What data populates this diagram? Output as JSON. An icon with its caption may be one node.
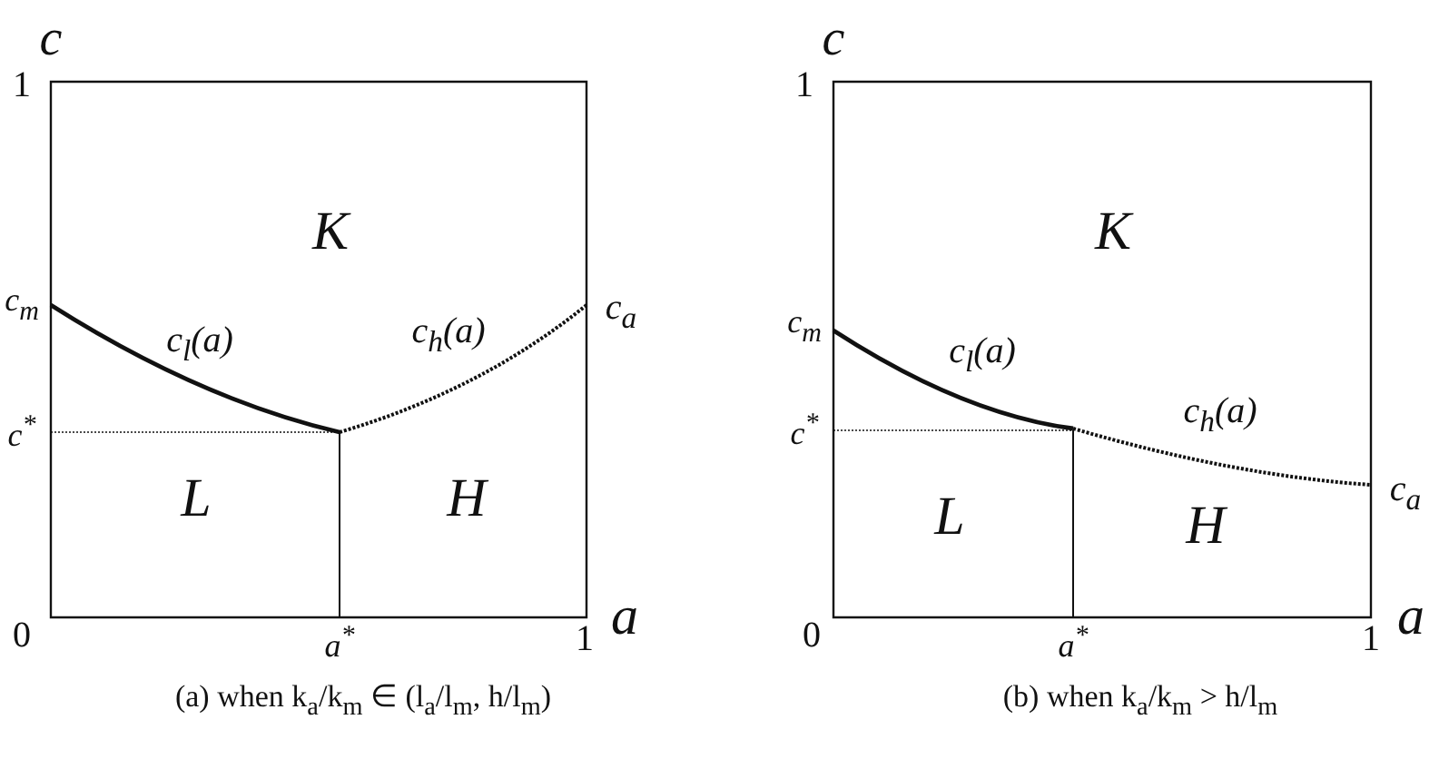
{
  "diagram": {
    "labels": [
      "c",
      "1",
      "K",
      "c$_{m}$",
      "c$_{l}$(a)",
      "c$_{h}$(a)",
      "c$_{a}$",
      "c$^{*}$",
      "L",
      "H",
      "0",
      "a$^{*}$",
      "1",
      "a",
      "(a) when k$_{a}$/k$_{m}$ ∈ (l$_{a}$/l$_{m}$, h/l$_{m}$)",
      "c",
      "1",
      "K",
      "c$_{m}$",
      "c$_{l}$(a)",
      "c$_{h}$(a)",
      "c$_{a}$",
      "c$^{*}$",
      "L",
      "H",
      "0",
      "a$^{*}$",
      "1",
      "a",
      "(b) when k$_{a}$/k$_{m}$ > h/l$_{m}$"
    ]
  }
}
